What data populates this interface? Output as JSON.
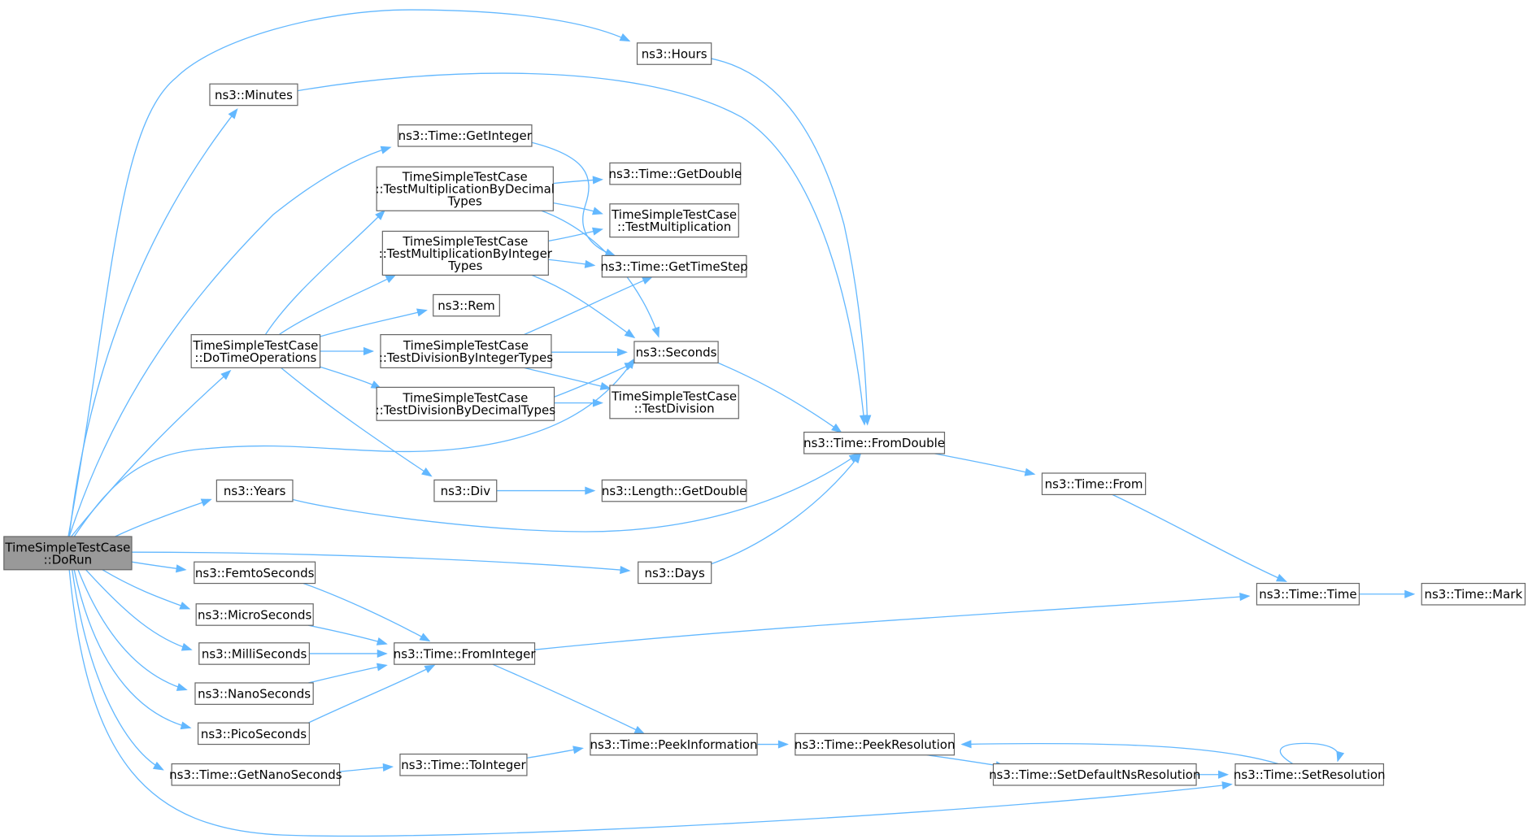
{
  "graph": {
    "nodes": {
      "dorun": [
        "TimeSimpleTestCase",
        "::DoRun"
      ],
      "hours": [
        "ns3::Hours"
      ],
      "minutes": [
        "ns3::Minutes"
      ],
      "getinteger": [
        "ns3::Time::GetInteger"
      ],
      "testmuldec": [
        "TimeSimpleTestCase",
        "::TestMultiplicationByDecimal",
        "Types"
      ],
      "getdouble": [
        "ns3::Time::GetDouble"
      ],
      "testmul": [
        "TimeSimpleTestCase",
        "::TestMultiplication"
      ],
      "testmulint": [
        "TimeSimpleTestCase",
        "::TestMultiplicationByInteger",
        "Types"
      ],
      "gettimestep": [
        "ns3::Time::GetTimeStep"
      ],
      "rem": [
        "ns3::Rem"
      ],
      "dotimeops": [
        "TimeSimpleTestCase",
        "::DoTimeOperations"
      ],
      "testdivint": [
        "TimeSimpleTestCase",
        "::TestDivisionByIntegerTypes"
      ],
      "seconds": [
        "ns3::Seconds"
      ],
      "testdivdec": [
        "TimeSimpleTestCase",
        "::TestDivisionByDecimalTypes"
      ],
      "testdiv": [
        "TimeSimpleTestCase",
        "::TestDivision"
      ],
      "fromdouble": [
        "ns3::Time::FromDouble"
      ],
      "from": [
        "ns3::Time::From"
      ],
      "div": [
        "ns3::Div"
      ],
      "lengthgetdouble": [
        "ns3::Length::GetDouble"
      ],
      "years": [
        "ns3::Years"
      ],
      "days": [
        "ns3::Days"
      ],
      "femto": [
        "ns3::FemtoSeconds"
      ],
      "time": [
        "ns3::Time::Time"
      ],
      "mark": [
        "ns3::Time::Mark"
      ],
      "micro": [
        "ns3::MicroSeconds"
      ],
      "milli": [
        "ns3::MilliSeconds"
      ],
      "frominteger": [
        "ns3::Time::FromInteger"
      ],
      "nano": [
        "ns3::NanoSeconds"
      ],
      "pico": [
        "ns3::PicoSeconds"
      ],
      "peekinfo": [
        "ns3::Time::PeekInformation"
      ],
      "peekres": [
        "ns3::Time::PeekResolution"
      ],
      "tointeger": [
        "ns3::Time::ToInteger"
      ],
      "getnano": [
        "ns3::Time::GetNanoSeconds"
      ],
      "setdefault": [
        "ns3::Time::SetDefaultNsResolution"
      ],
      "setres": [
        "ns3::Time::SetResolution"
      ]
    },
    "edges": [
      [
        "dorun",
        "hours"
      ],
      [
        "dorun",
        "minutes"
      ],
      [
        "dorun",
        "getinteger"
      ],
      [
        "dorun",
        "dotimeops"
      ],
      [
        "dorun",
        "seconds"
      ],
      [
        "dorun",
        "years"
      ],
      [
        "dorun",
        "days"
      ],
      [
        "dorun",
        "femto"
      ],
      [
        "dorun",
        "micro"
      ],
      [
        "dorun",
        "milli"
      ],
      [
        "dorun",
        "nano"
      ],
      [
        "dorun",
        "pico"
      ],
      [
        "dorun",
        "getnano"
      ],
      [
        "dorun",
        "setres"
      ],
      [
        "hours",
        "fromdouble"
      ],
      [
        "minutes",
        "fromdouble"
      ],
      [
        "getinteger",
        "gettimestep"
      ],
      [
        "dotimeops",
        "testmuldec"
      ],
      [
        "dotimeops",
        "testmulint"
      ],
      [
        "dotimeops",
        "rem"
      ],
      [
        "dotimeops",
        "testdivint"
      ],
      [
        "dotimeops",
        "testdivdec"
      ],
      [
        "dotimeops",
        "div"
      ],
      [
        "testmuldec",
        "getdouble"
      ],
      [
        "testmuldec",
        "testmul"
      ],
      [
        "testmuldec",
        "seconds"
      ],
      [
        "testmulint",
        "testmul"
      ],
      [
        "testmulint",
        "gettimestep"
      ],
      [
        "testmulint",
        "seconds"
      ],
      [
        "testdivint",
        "gettimestep"
      ],
      [
        "testdivint",
        "seconds"
      ],
      [
        "testdivint",
        "testdiv"
      ],
      [
        "testdivdec",
        "seconds"
      ],
      [
        "testdivdec",
        "testdiv"
      ],
      [
        "seconds",
        "fromdouble"
      ],
      [
        "years",
        "fromdouble"
      ],
      [
        "days",
        "fromdouble"
      ],
      [
        "div",
        "lengthgetdouble"
      ],
      [
        "fromdouble",
        "from"
      ],
      [
        "from",
        "time"
      ],
      [
        "time",
        "mark"
      ],
      [
        "femto",
        "frominteger"
      ],
      [
        "micro",
        "frominteger"
      ],
      [
        "milli",
        "frominteger"
      ],
      [
        "nano",
        "frominteger"
      ],
      [
        "pico",
        "frominteger"
      ],
      [
        "frominteger",
        "time"
      ],
      [
        "frominteger",
        "peekinfo"
      ],
      [
        "getnano",
        "tointeger"
      ],
      [
        "tointeger",
        "peekinfo"
      ],
      [
        "peekinfo",
        "peekres"
      ],
      [
        "peekres",
        "setdefault"
      ],
      [
        "setdefault",
        "setres"
      ],
      [
        "setres",
        "peekres"
      ],
      [
        "setres",
        "setres"
      ]
    ]
  },
  "colors": {
    "edge": "#63b8ff",
    "node_border": "#666666",
    "root_fill": "#999999",
    "node_fill": "#ffffff"
  }
}
